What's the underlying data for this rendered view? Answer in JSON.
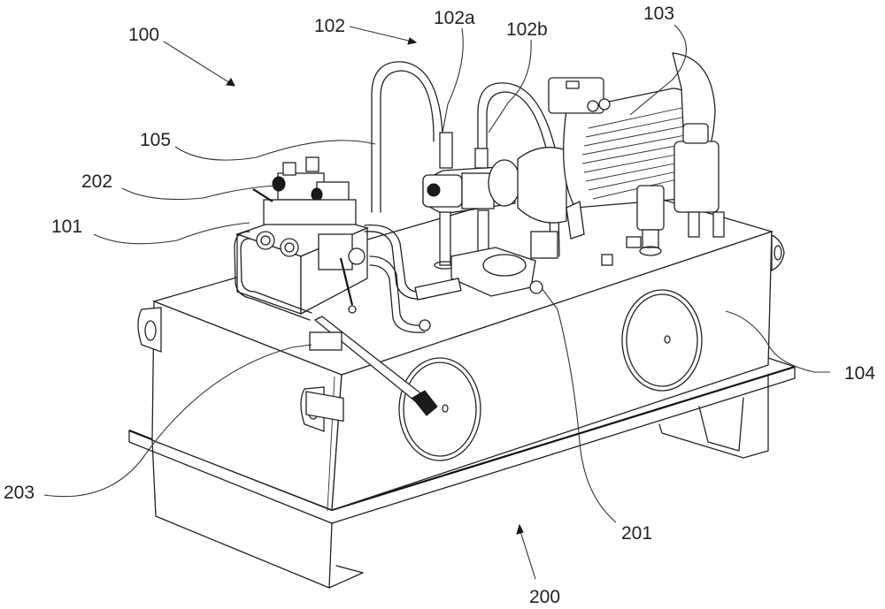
{
  "figure": {
    "type": "patent-drawing",
    "subject": "hydraulic power unit, isometric view",
    "colors": {
      "line": "#222222",
      "background": "#ffffff"
    }
  },
  "labels": {
    "l100": "100",
    "l102": "102",
    "l102a": "102a",
    "l102b": "102b",
    "l103": "103",
    "l105": "105",
    "l202": "202",
    "l101": "101",
    "l104": "104",
    "l203": "203",
    "l201": "201",
    "l200": "200"
  },
  "components": [
    {
      "ref": "100",
      "part": "hydraulic unit assembly",
      "indicator": "arrow"
    },
    {
      "ref": "101",
      "part": "valve block",
      "indicator": "leader"
    },
    {
      "ref": "102",
      "part": "pump assembly",
      "indicator": "arrow"
    },
    {
      "ref": "102a",
      "part": "pump hose fitting a",
      "indicator": "leader"
    },
    {
      "ref": "102b",
      "part": "pump hose fitting b",
      "indicator": "leader"
    },
    {
      "ref": "103",
      "part": "electric motor",
      "indicator": "leader"
    },
    {
      "ref": "104",
      "part": "oil tank",
      "indicator": "leader"
    },
    {
      "ref": "105",
      "part": "hose pipe",
      "indicator": "leader"
    },
    {
      "ref": "200",
      "part": "base / manual unit",
      "indicator": "arrow"
    },
    {
      "ref": "201",
      "part": "manual pump",
      "indicator": "leader"
    },
    {
      "ref": "202",
      "part": "solenoid valve",
      "indicator": "leader"
    },
    {
      "ref": "203",
      "part": "hand lever",
      "indicator": "leader"
    }
  ]
}
